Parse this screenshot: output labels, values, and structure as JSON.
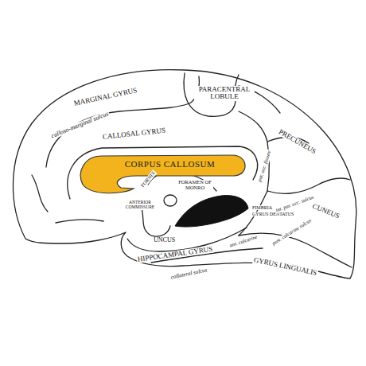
{
  "diagram": {
    "nodes": [
      {
        "text": [
          "CORPUS CALLOSUM"
        ]
      }
    ],
    "labels": [
      "MARGINAL GYRUS",
      "PARACENTRAL LOBULE",
      "calloso-marginal sulcus",
      "CALLOSAL GYRUS",
      "PRECUNEUS",
      "par. occ. fissure",
      "FORNIX",
      "FORAMEN OF MONRO",
      "ANTERIOR COMMISSURE",
      "FIMBRIA",
      "GYRUS DENTATUS",
      "int. par. occ. sulcus",
      "CUNEUS",
      "UNCUS",
      "HIPPOCAMPAL GYRUS",
      "collateral sulcus",
      "ant. calcarine",
      "post. calcarine sulcus",
      "GYRUS LINGUALIS"
    ]
  }
}
